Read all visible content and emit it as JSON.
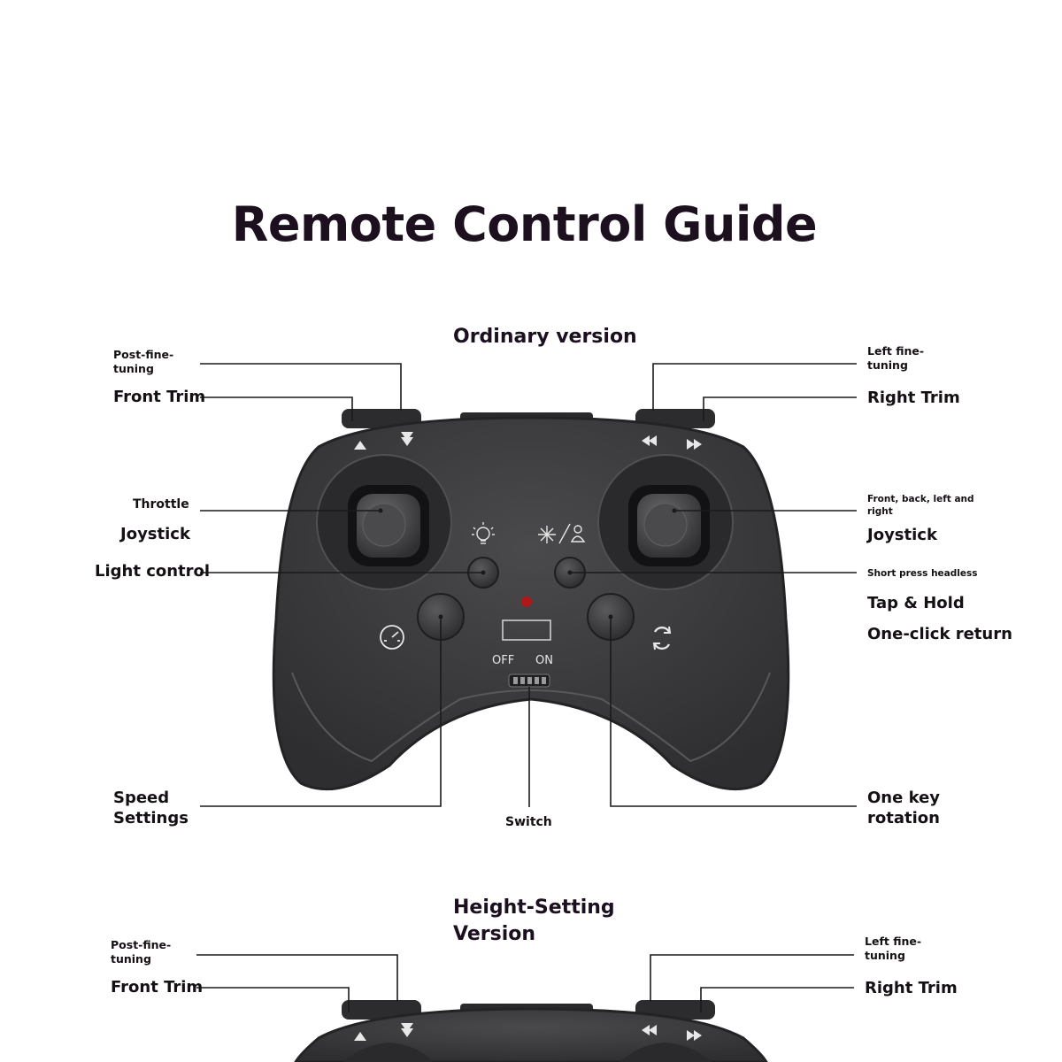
{
  "title": "Remote Control Guide",
  "ordinary": {
    "heading": "Ordinary version",
    "labels": {
      "post_fine_tuning": "Post-fine-tuning",
      "front_trim": "Front Trim",
      "left_fine_tuning": "Left fine-tuning",
      "right_trim": "Right Trim",
      "throttle": "Throttle",
      "joystick_left": "Joystick",
      "light_control": "Light control",
      "front_back": "Front, back, left and right",
      "joystick_right": "Joystick",
      "short_press": "Short press headless",
      "tap_hold": "Tap & Hold",
      "one_click_return": "One-click return",
      "speed_settings": "Speed Settings",
      "switch": "Switch",
      "one_key_rotation": "One key rotation"
    },
    "switch_off": "OFF",
    "switch_on": "ON"
  },
  "height": {
    "heading": "Height-Setting Version",
    "labels": {
      "post_fine_tuning": "Post-fine-tuning",
      "front_trim": "Front Trim",
      "left_fine_tuning": "Left fine-tuning",
      "right_trim": "Right Trim"
    }
  },
  "colors": {
    "controller_body": "#3b3b3d",
    "controller_edge": "#2a2a2c",
    "leader_line": "#1a1a1a",
    "indicator_led": "#b01818"
  }
}
